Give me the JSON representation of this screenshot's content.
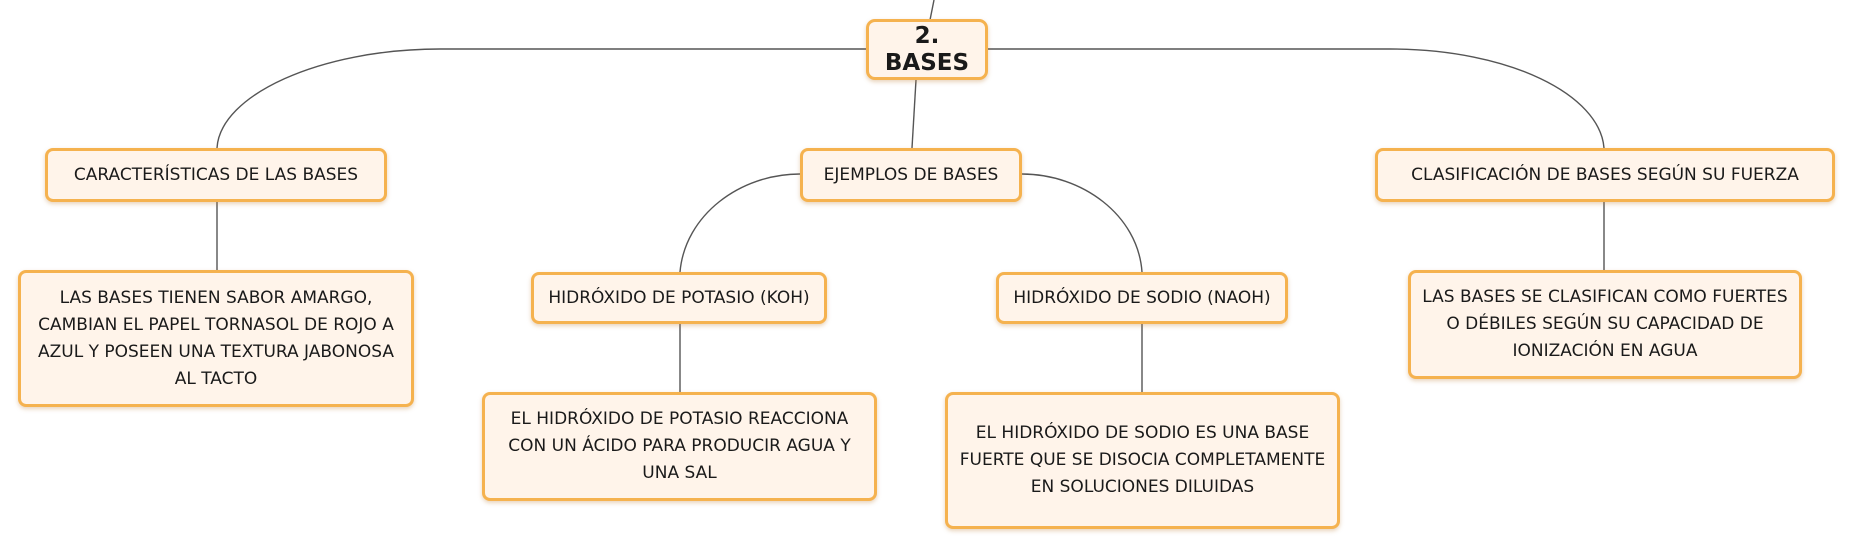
{
  "colors": {
    "node_border": "#f5b24f",
    "node_fill": "#fff4ea",
    "connector": "#555555"
  },
  "root": {
    "label": "2. BASES"
  },
  "branches": {
    "caracteristicas": {
      "label": "CARACTERÍSTICAS DE LAS BASES",
      "detail": "LAS BASES TIENEN SABOR AMARGO, CAMBIAN EL PAPEL TORNASOL DE ROJO A AZUL Y POSEEN UNA TEXTURA JABONOSA AL TACTO"
    },
    "ejemplos": {
      "label": "EJEMPLOS DE BASES",
      "koh": {
        "label": "HIDRÓXIDO DE POTASIO (KOH)",
        "detail": "EL HIDRÓXIDO DE POTASIO REACCIONA CON UN ÁCIDO PARA PRODUCIR AGUA Y UNA SAL"
      },
      "naoh": {
        "label": "HIDRÓXIDO DE SODIO (NAOH)",
        "detail": "EL HIDRÓXIDO DE SODIO ES UNA BASE FUERTE QUE SE DISOCIA COMPLETAMENTE EN SOLUCIONES DILUIDAS"
      }
    },
    "clasificacion": {
      "label": "CLASIFICACIÓN DE BASES SEGÚN SU FUERZA",
      "detail": "LAS BASES SE CLASIFICAN COMO FUERTES O DÉBILES SEGÚN SU CAPACIDAD DE IONIZACIÓN EN AGUA"
    }
  }
}
